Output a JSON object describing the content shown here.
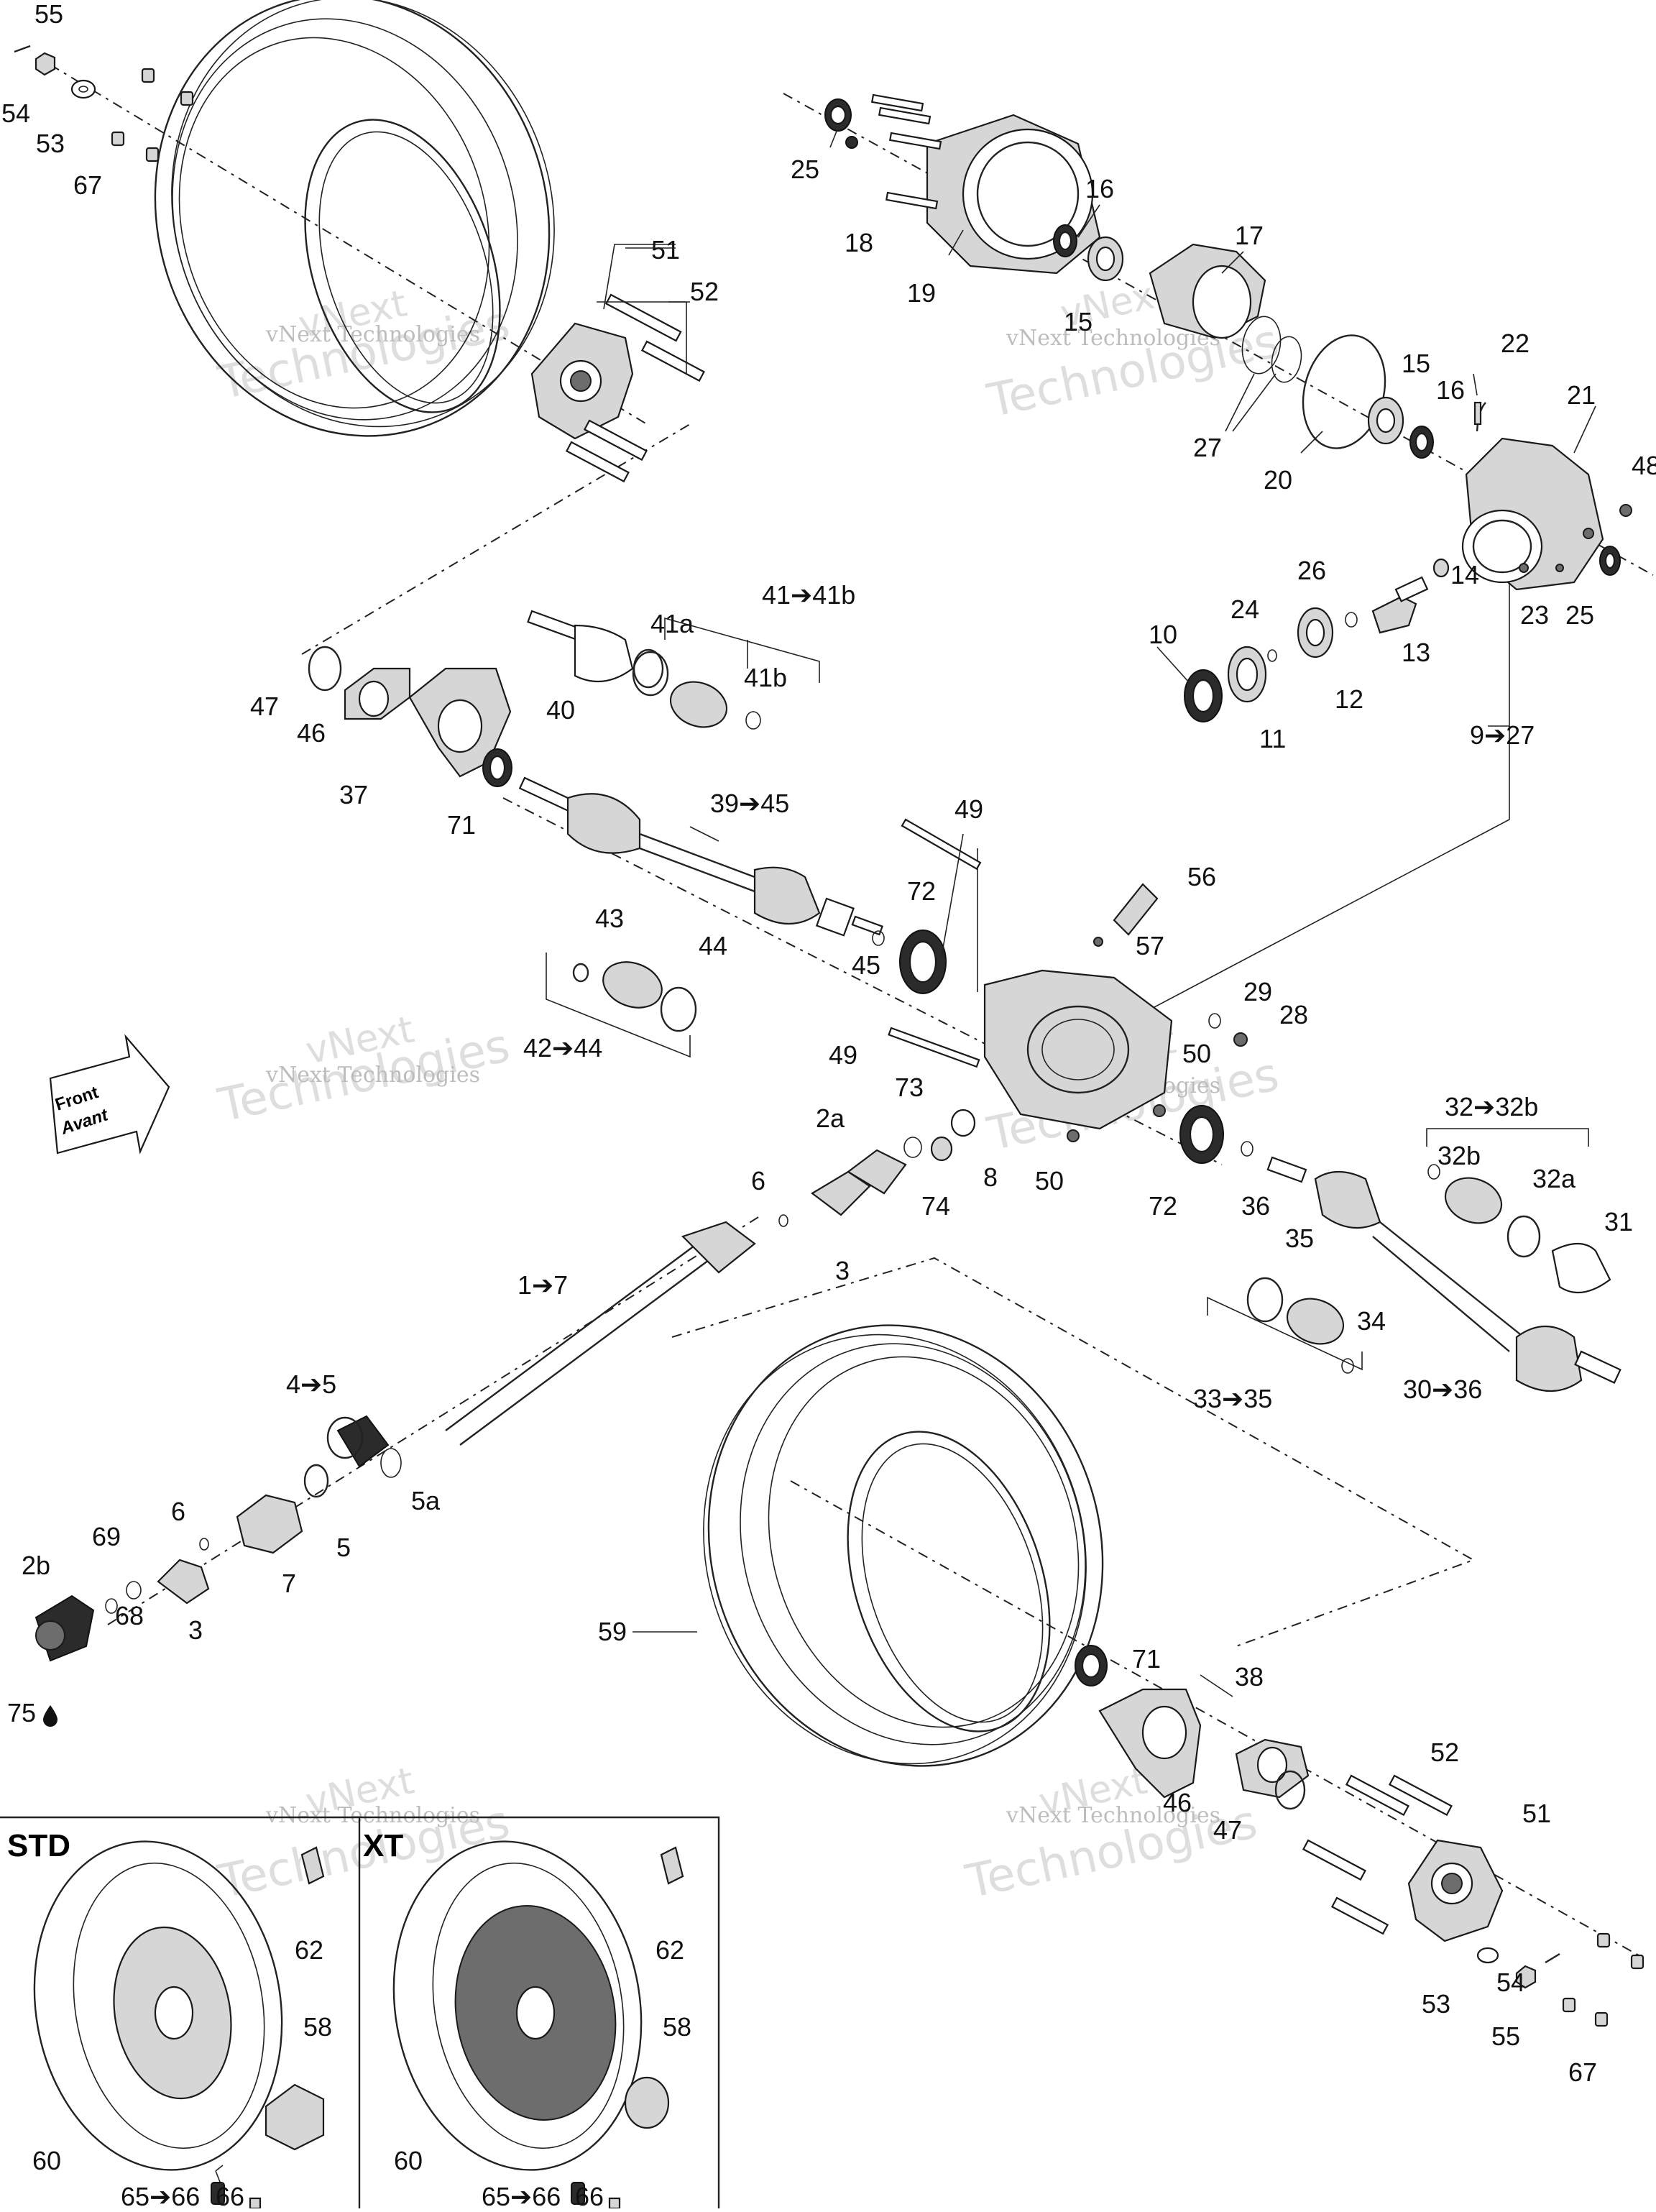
{
  "diagram": {
    "callouts": [
      {
        "id": "c55a",
        "text": "55"
      },
      {
        "id": "c54a",
        "text": "54"
      },
      {
        "id": "c53a",
        "text": "53"
      },
      {
        "id": "c67a",
        "text": "67"
      },
      {
        "id": "c51a",
        "text": "51"
      },
      {
        "id": "c52a",
        "text": "52"
      },
      {
        "id": "c25a",
        "text": "25"
      },
      {
        "id": "c18",
        "text": "18"
      },
      {
        "id": "c19",
        "text": "19"
      },
      {
        "id": "c16a",
        "text": "16"
      },
      {
        "id": "c15a",
        "text": "15"
      },
      {
        "id": "c17",
        "text": "17"
      },
      {
        "id": "c27a",
        "text": "27"
      },
      {
        "id": "c20",
        "text": "20"
      },
      {
        "id": "c15b",
        "text": "15"
      },
      {
        "id": "c16b",
        "text": "16"
      },
      {
        "id": "c22",
        "text": "22"
      },
      {
        "id": "c21",
        "text": "21"
      },
      {
        "id": "c48",
        "text": "48"
      },
      {
        "id": "c23",
        "text": "23"
      },
      {
        "id": "c25b",
        "text": "25"
      },
      {
        "id": "c14",
        "text": "14"
      },
      {
        "id": "c13",
        "text": "13"
      },
      {
        "id": "c26",
        "text": "26"
      },
      {
        "id": "c24",
        "text": "24"
      },
      {
        "id": "c12",
        "text": "12"
      },
      {
        "id": "c10",
        "text": "10"
      },
      {
        "id": "c11",
        "text": "11"
      },
      {
        "id": "c9",
        "text": "9➔27"
      },
      {
        "id": "c41",
        "text": "41➔41b"
      },
      {
        "id": "c41a",
        "text": "41a"
      },
      {
        "id": "c41b",
        "text": "41b"
      },
      {
        "id": "c40",
        "text": "40"
      },
      {
        "id": "c47a",
        "text": "47"
      },
      {
        "id": "c46a",
        "text": "46"
      },
      {
        "id": "c37",
        "text": "37"
      },
      {
        "id": "c71a",
        "text": "71"
      },
      {
        "id": "c39",
        "text": "39➔45"
      },
      {
        "id": "c49a",
        "text": "49"
      },
      {
        "id": "c56",
        "text": "56"
      },
      {
        "id": "c72a",
        "text": "72"
      },
      {
        "id": "c57",
        "text": "57"
      },
      {
        "id": "c45",
        "text": "45"
      },
      {
        "id": "c43",
        "text": "43"
      },
      {
        "id": "c44",
        "text": "44"
      },
      {
        "id": "c42",
        "text": "42➔44"
      },
      {
        "id": "c29",
        "text": "29"
      },
      {
        "id": "c28",
        "text": "28"
      },
      {
        "id": "c49b",
        "text": "49"
      },
      {
        "id": "c50a",
        "text": "50"
      },
      {
        "id": "c73",
        "text": "73"
      },
      {
        "id": "c2a",
        "text": "2a"
      },
      {
        "id": "c8",
        "text": "8"
      },
      {
        "id": "c74",
        "text": "74"
      },
      {
        "id": "c50b",
        "text": "50"
      },
      {
        "id": "c72b",
        "text": "72"
      },
      {
        "id": "c36a",
        "text": "36"
      },
      {
        "id": "c32",
        "text": "32➔32b"
      },
      {
        "id": "c32b",
        "text": "32b"
      },
      {
        "id": "c32a",
        "text": "32a"
      },
      {
        "id": "c31",
        "text": "31"
      },
      {
        "id": "c6a",
        "text": "6"
      },
      {
        "id": "c3a",
        "text": "3"
      },
      {
        "id": "c17b",
        "text": "1➔7"
      },
      {
        "id": "c35",
        "text": "35"
      },
      {
        "id": "c34",
        "text": "34"
      },
      {
        "id": "c33",
        "text": "33➔35"
      },
      {
        "id": "c30",
        "text": "30➔36"
      },
      {
        "id": "c45b",
        "text": "4➔5"
      },
      {
        "id": "c5a",
        "text": "5a"
      },
      {
        "id": "c5",
        "text": "5"
      },
      {
        "id": "c6b",
        "text": "6"
      },
      {
        "id": "c69",
        "text": "69"
      },
      {
        "id": "c2b",
        "text": "2b"
      },
      {
        "id": "c7",
        "text": "7"
      },
      {
        "id": "c3b",
        "text": "3"
      },
      {
        "id": "c68",
        "text": "68"
      },
      {
        "id": "c75",
        "text": "75"
      },
      {
        "id": "c59",
        "text": "59"
      },
      {
        "id": "c71b",
        "text": "71"
      },
      {
        "id": "c38",
        "text": "38"
      },
      {
        "id": "c52b",
        "text": "52"
      },
      {
        "id": "c46b",
        "text": "46"
      },
      {
        "id": "c47b",
        "text": "47"
      },
      {
        "id": "c51b",
        "text": "51"
      },
      {
        "id": "c53b",
        "text": "53"
      },
      {
        "id": "c54b",
        "text": "54"
      },
      {
        "id": "c55b",
        "text": "55"
      },
      {
        "id": "c67b",
        "text": "67"
      },
      {
        "id": "c62a",
        "text": "62"
      },
      {
        "id": "c58a",
        "text": "58"
      },
      {
        "id": "c60a",
        "text": "60"
      },
      {
        "id": "c65a",
        "text": "65➔66"
      },
      {
        "id": "c66a",
        "text": "66"
      },
      {
        "id": "c62b",
        "text": "62"
      },
      {
        "id": "c58b",
        "text": "58"
      },
      {
        "id": "c60b",
        "text": "60"
      },
      {
        "id": "c65b",
        "text": "65➔66"
      },
      {
        "id": "c66b",
        "text": "66"
      }
    ],
    "front_arrow": {
      "line1": "Front",
      "line2": "Avant"
    },
    "inset_labels": {
      "std": "STD",
      "xt": "XT"
    },
    "watermark": {
      "line1": "vNext Technologies",
      "line2": "vNext",
      "line3": "Technologies"
    },
    "icons": {
      "front_arrow": "front-direction-arrow-icon",
      "oil_drop": "oil-drop-icon"
    }
  }
}
